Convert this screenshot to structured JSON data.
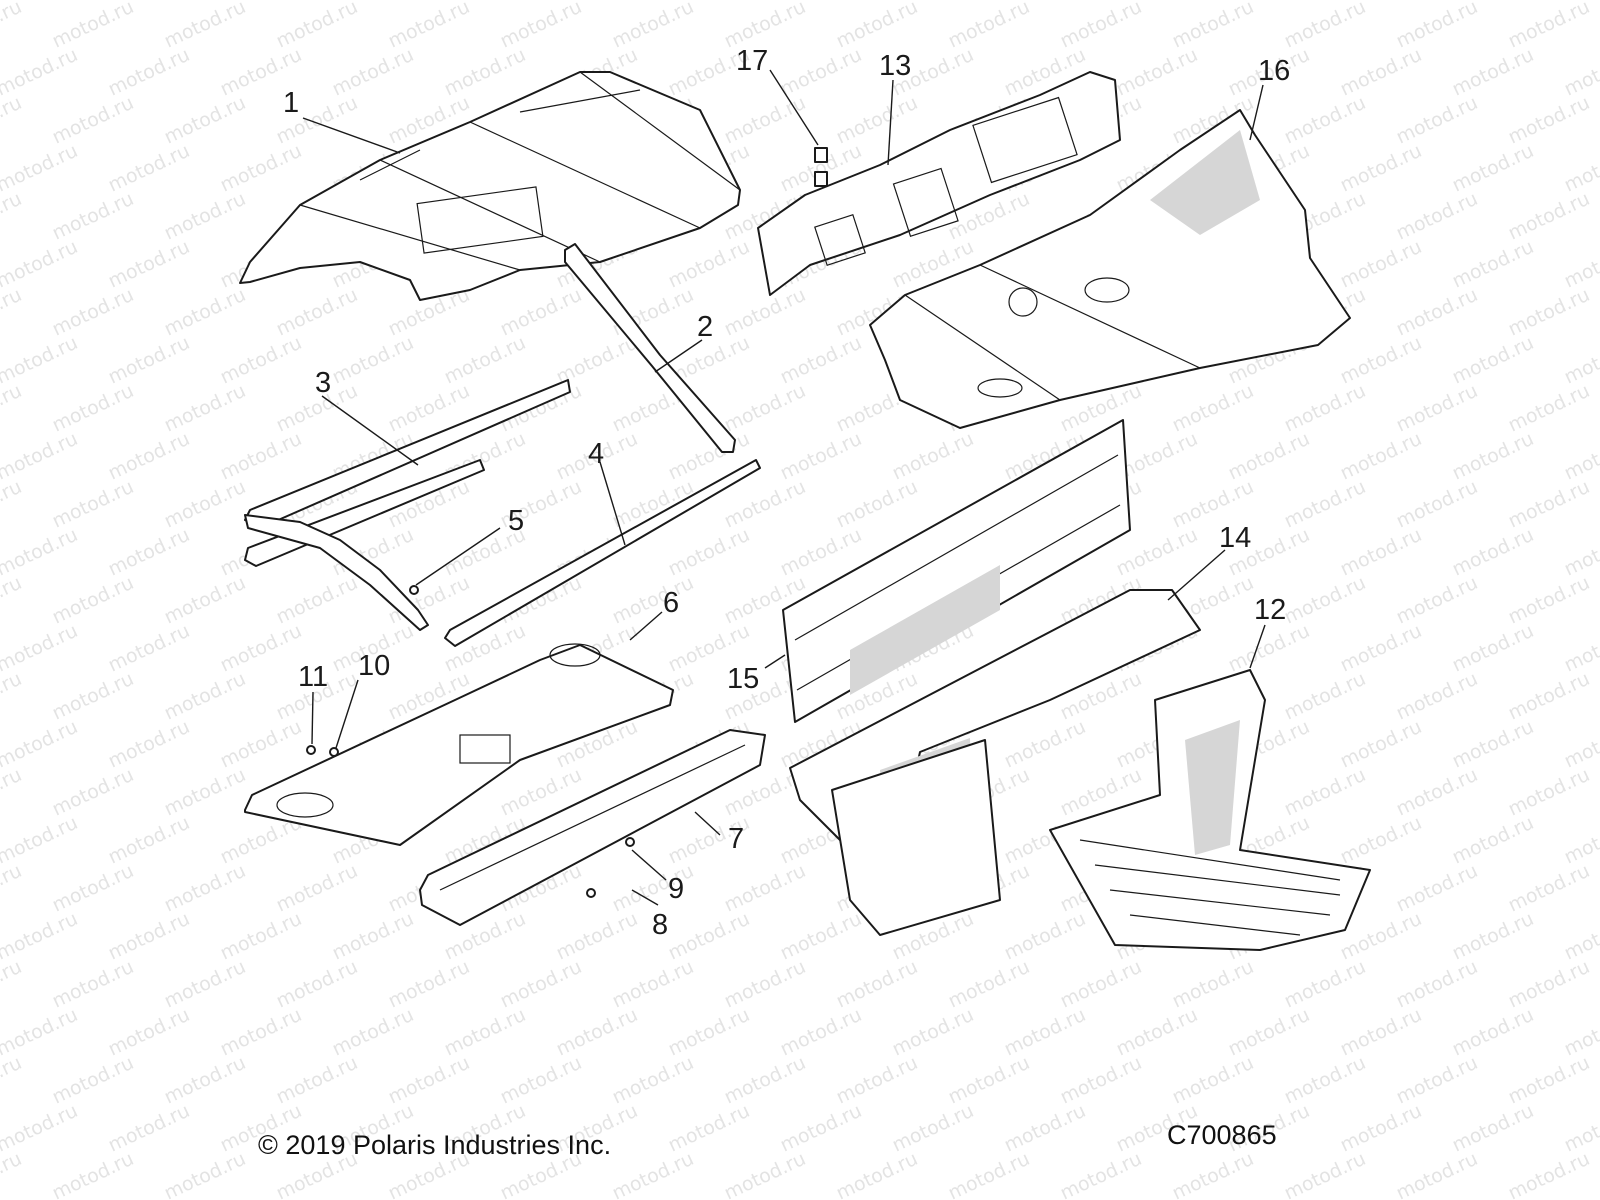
{
  "diagram": {
    "copyright": "© 2019 Polaris Industries Inc.",
    "code": "C700865",
    "watermark": "motod.ru",
    "callouts": [
      {
        "id": "1",
        "label": "1"
      },
      {
        "id": "2",
        "label": "2"
      },
      {
        "id": "3",
        "label": "3"
      },
      {
        "id": "4",
        "label": "4"
      },
      {
        "id": "5",
        "label": "5"
      },
      {
        "id": "6",
        "label": "6"
      },
      {
        "id": "7",
        "label": "7"
      },
      {
        "id": "8",
        "label": "8"
      },
      {
        "id": "9",
        "label": "9"
      },
      {
        "id": "10",
        "label": "10"
      },
      {
        "id": "11",
        "label": "11"
      },
      {
        "id": "12",
        "label": "12"
      },
      {
        "id": "13",
        "label": "13"
      },
      {
        "id": "14",
        "label": "14"
      },
      {
        "id": "15",
        "label": "15"
      },
      {
        "id": "16",
        "label": "16"
      },
      {
        "id": "17",
        "label": "17"
      }
    ]
  }
}
